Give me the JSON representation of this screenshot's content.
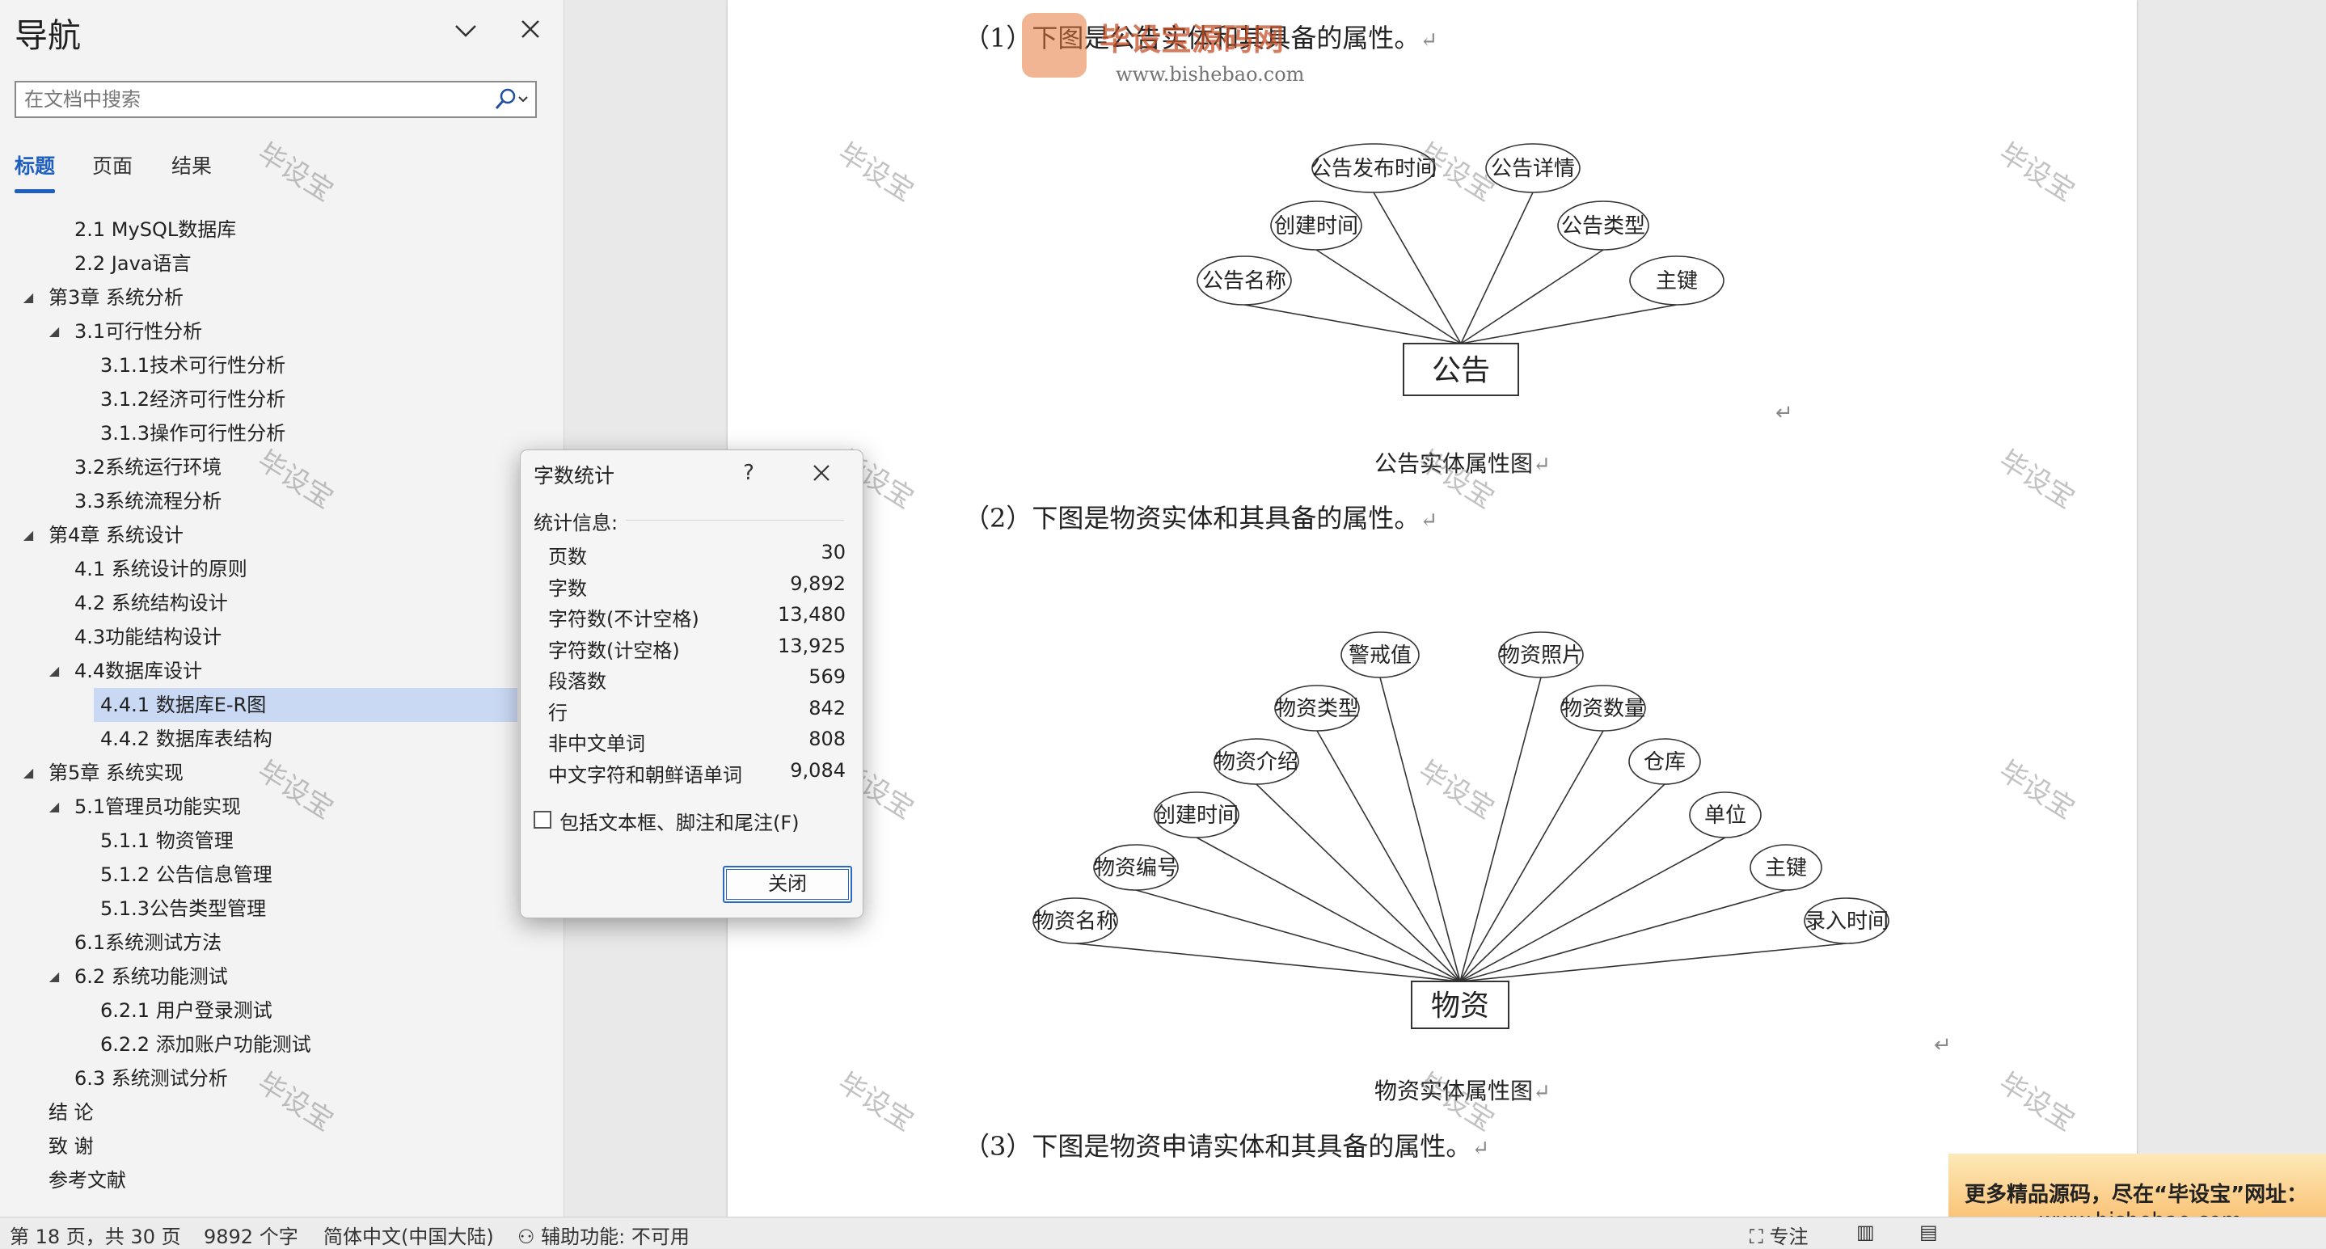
{
  "nav": {
    "title": "导航",
    "search_placeholder": "在文档中搜索",
    "tabs": [
      {
        "label": "标题",
        "active": true
      },
      {
        "label": "页面",
        "active": false
      },
      {
        "label": "结果",
        "active": false
      }
    ],
    "tree": [
      {
        "label": "2.1 MySQL数据库",
        "level": 2,
        "toggle": ""
      },
      {
        "label": "2.2 Java语言",
        "level": 2,
        "toggle": ""
      },
      {
        "label": "第3章 系统分析",
        "level": 1,
        "toggle": "◢"
      },
      {
        "label": "3.1可行性分析",
        "level": 2,
        "toggle": "◢"
      },
      {
        "label": "3.1.1技术可行性分析",
        "level": 3,
        "toggle": ""
      },
      {
        "label": "3.1.2经济可行性分析",
        "level": 3,
        "toggle": ""
      },
      {
        "label": "3.1.3操作可行性分析",
        "level": 3,
        "toggle": ""
      },
      {
        "label": "3.2系统运行环境",
        "level": 2,
        "toggle": ""
      },
      {
        "label": "3.3系统流程分析",
        "level": 2,
        "toggle": ""
      },
      {
        "label": "第4章 系统设计",
        "level": 1,
        "toggle": "◢"
      },
      {
        "label": "4.1 系统设计的原则",
        "level": 2,
        "toggle": ""
      },
      {
        "label": "4.2 系统结构设计",
        "level": 2,
        "toggle": ""
      },
      {
        "label": "4.3功能结构设计",
        "level": 2,
        "toggle": ""
      },
      {
        "label": "4.4数据库设计",
        "level": 2,
        "toggle": "◢"
      },
      {
        "label": "4.4.1 数据库E-R图",
        "level": 3,
        "toggle": "",
        "selected": true
      },
      {
        "label": "4.4.2 数据库表结构",
        "level": 3,
        "toggle": ""
      },
      {
        "label": "第5章 系统实现",
        "level": 1,
        "toggle": "◢"
      },
      {
        "label": "5.1管理员功能实现",
        "level": 2,
        "toggle": "◢"
      },
      {
        "label": "5.1.1 物资管理",
        "level": 3,
        "toggle": ""
      },
      {
        "label": "5.1.2 公告信息管理",
        "level": 3,
        "toggle": ""
      },
      {
        "label": "5.1.3公告类型管理",
        "level": 3,
        "toggle": ""
      },
      {
        "label": "6.1系统测试方法",
        "level": 2,
        "toggle": ""
      },
      {
        "label": "6.2 系统功能测试",
        "level": 2,
        "toggle": "◢"
      },
      {
        "label": "6.2.1 用户登录测试",
        "level": 3,
        "toggle": ""
      },
      {
        "label": "6.2.2 添加账户功能测试",
        "level": 3,
        "toggle": ""
      },
      {
        "label": "6.3 系统测试分析",
        "level": 2,
        "toggle": ""
      },
      {
        "label": "结  论",
        "level": 1,
        "toggle": ""
      },
      {
        "label": "致  谢",
        "level": 1,
        "toggle": ""
      },
      {
        "label": "参考文献",
        "level": 1,
        "toggle": ""
      }
    ]
  },
  "document": {
    "para1": "（1）下图是公告实体和其具备的属性。",
    "diagram1": {
      "entity": "公告",
      "attributes": [
        "公告名称",
        "创建时间",
        "公告发布时间",
        "公告详情",
        "公告类型",
        "主键"
      ]
    },
    "caption1": "公告实体属性图",
    "para2": "（2）下图是物资实体和其具备的属性。",
    "diagram2": {
      "entity": "物资",
      "attributes": [
        "物资名称",
        "物资编号",
        "创建时间",
        "物资介绍",
        "物资类型",
        "警戒值",
        "物资照片",
        "物资数量",
        "仓库",
        "单位",
        "主键",
        "录入时间"
      ]
    },
    "caption2": "物资实体属性图",
    "para3": "（3）下图是物资申请实体和其具备的属性。",
    "paragraph_mark": "↵",
    "watermark_text": "毕设宝"
  },
  "logo": {
    "name": "毕设宝源码网",
    "url": "www.bishebao.com"
  },
  "dialog": {
    "title": "字数统计",
    "help": "?",
    "section": "统计信息:",
    "stats": [
      {
        "label": "页数",
        "value": "30"
      },
      {
        "label": "字数",
        "value": "9,892"
      },
      {
        "label": "字符数(不计空格)",
        "value": "13,480"
      },
      {
        "label": "字符数(计空格)",
        "value": "13,925"
      },
      {
        "label": "段落数",
        "value": "569"
      },
      {
        "label": "行",
        "value": "842"
      },
      {
        "label": "非中文单词",
        "value": "808"
      },
      {
        "label": "中文字符和朝鲜语单词",
        "value": "9,084"
      }
    ],
    "checkbox_label": "包括文本框、脚注和尾注(F)",
    "checkbox_checked": false,
    "close_button": "关闭"
  },
  "status_bar": {
    "page": "第 18 页，共 30 页",
    "words": "9892 个字",
    "language": "简体中文(中国大陆)",
    "accessibility": "辅助功能: 不可用",
    "focus": "专注"
  },
  "promo": {
    "line1": "更多精品源码，尽在“毕设宝”网址：",
    "line2": "www.bishebao.com"
  },
  "colors": {
    "accent": "#1f5fbf",
    "selection": "#c9d8f3",
    "promo_bg": "#f9b25a"
  }
}
